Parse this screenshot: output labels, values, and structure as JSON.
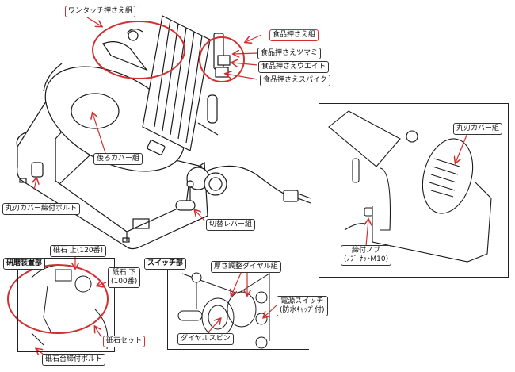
{
  "main_view": {
    "labels": {
      "one_touch_holder": "ワンタッチ押さえ組",
      "food_holder": "食品押さえ組",
      "food_holder_knob": "食品押さえツマミ",
      "food_holder_weight": "食品押さえウエイト",
      "food_holder_spike": "食品押さえスパイク",
      "rear_cover": "後ろカバー組",
      "blade_cover_bolt": "丸刃カバー締付ボルト",
      "switch_lever": "切替レバー組"
    }
  },
  "rear_view": {
    "labels": {
      "blade_cover": "丸刃カバー組",
      "knob_line1": "締付ノブ",
      "knob_line2": "(ﾉﾌﾞ ﾅｯﾄM10)"
    }
  },
  "sharpener_detail": {
    "title": "研磨装置部",
    "labels": {
      "stone_upper": "砥石 上(120番)",
      "stone_lower_line1": "砥石 下",
      "stone_lower_line2": "(100番)",
      "stone_set": "砥石セット",
      "stone_base_bolt": "砥石台締付ボルト"
    }
  },
  "switch_detail": {
    "title": "スイッチ部",
    "labels": {
      "thickness_dial": "厚さ調整ダイヤル組",
      "power_switch_line1": "電源スイッチ",
      "power_switch_line2": "(防水ｷｬｯﾌﾟ付)",
      "dial_spin": "ダイヤルスピン"
    }
  },
  "colors": {
    "callout": "#d03030",
    "line": "#1a1a1a"
  }
}
